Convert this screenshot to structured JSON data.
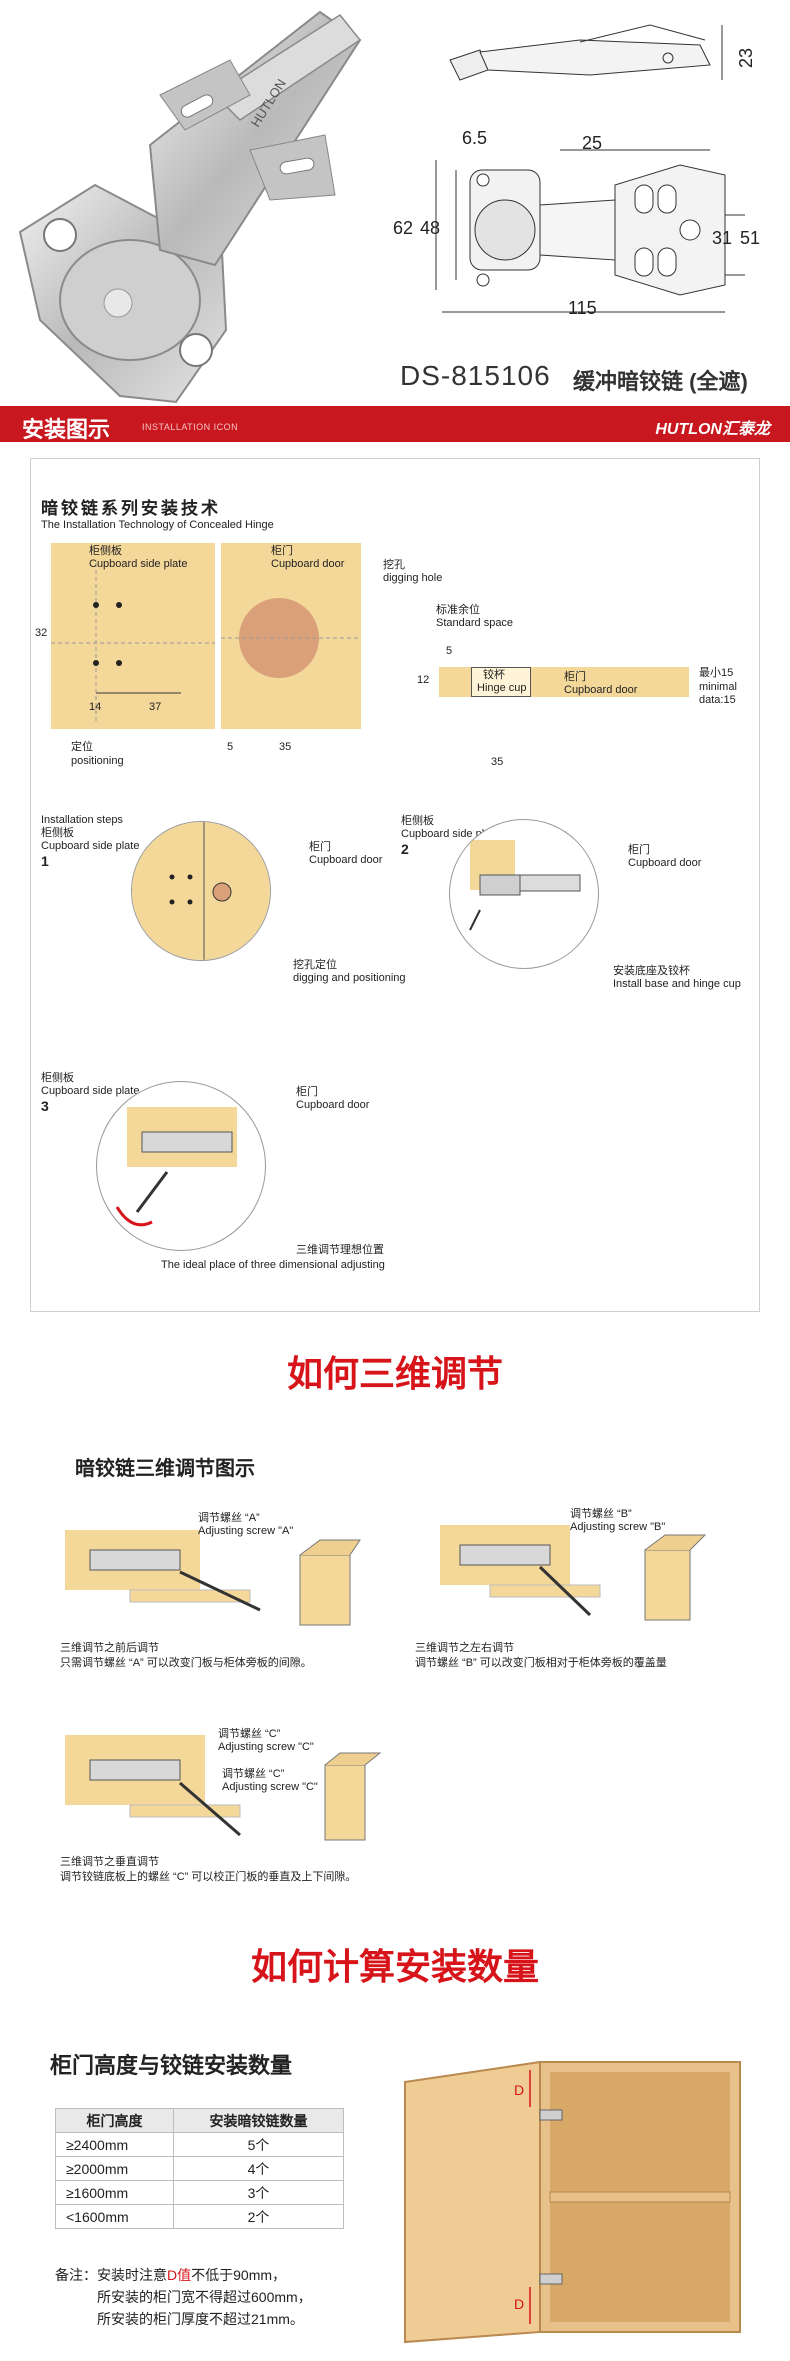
{
  "product": {
    "model_label": "DS-815106",
    "name": "缓冲暗铰链 (全遮)",
    "hinge_brand_text": "HUTLON",
    "dims": {
      "d23": "23",
      "d6_5": "6.5",
      "d25": "25",
      "d62": "62",
      "d48": "48",
      "d31": "31",
      "d51": "51",
      "d115": "115"
    }
  },
  "install_band": {
    "title": "安装图示",
    "subtitle": "INSTALLATION ICON",
    "brand": "HUTLON汇泰龙"
  },
  "install_panel": {
    "title_cn": "暗铰链系列安装技术",
    "title_en": "The Installation Technology of Concealed Hinge",
    "side_plate_cn": "柜侧板",
    "side_plate_en": "Cupboard side plate",
    "door_cn": "柜门",
    "door_en": "Cupboard door",
    "hole_cn": "挖孔",
    "hole_en": "digging hole",
    "standard_cn": "标准余位",
    "standard_en": "Standard space",
    "positioning_cn": "定位",
    "positioning_en": "positioning",
    "hinge_cup_cn": "铰杯",
    "hinge_cup_en": "Hinge cup",
    "minimal_cn": "最小15",
    "minimal_en": "minimal data:15",
    "dim_32": "32",
    "dim_14": "14",
    "dim_37": "37",
    "dim_5": "5",
    "dim_35": "35",
    "dim_12": "12",
    "steps_en": "Installation steps",
    "step1": "1",
    "step2": "2",
    "step3": "3",
    "dig_cn": "挖孔定位",
    "dig_en": "digging and positioning",
    "base_cn": "安装底座及铰杯",
    "base_en": "Install base and hinge cup",
    "ideal_cn": "三维调节理想位置",
    "ideal_en": "The ideal place of three dimensional adjusting"
  },
  "adjust": {
    "heading": "如何三维调节",
    "subheading": "暗铰链三维调节图示",
    "screw_a_cn": "调节螺丝 “A”",
    "screw_a_en": "Adjusting screw \"A\"",
    "screw_b_cn": "调节螺丝 “B”",
    "screw_b_en": "Adjusting screw \"B\"",
    "screw_c_cn": "调节螺丝 “C”",
    "screw_c_en": "Adjusting screw \"C\"",
    "a_title": "三维调节之前后调节",
    "a_desc": "只需调节螺丝 “A” 可以改变门板与柜体旁板的间隙。",
    "b_title": "三维调节之左右调节",
    "b_desc": "调节螺丝 “B” 可以改变门板相对于柜体旁板的覆盖量",
    "c_title": "三维调节之垂直调节",
    "c_desc": "调节铰链底板上的螺丝 “C” 可以校正门板的垂直及上下间隙。"
  },
  "calc": {
    "heading": "如何计算安装数量",
    "subheading": "柜门高度与铰链安装数量",
    "col_height": "柜门高度",
    "col_count": "安装暗铰链数量",
    "rows": [
      {
        "height": "≥2400mm",
        "count": "5个"
      },
      {
        "height": "≥2000mm",
        "count": "4个"
      },
      {
        "height": "≥1600mm",
        "count": "3个"
      },
      {
        "height": "<1600mm",
        "count": "2个"
      }
    ],
    "note_line1_a": "备注：安装时注意",
    "note_line1_d": "D值",
    "note_line1_b": "不低于90mm，",
    "note_line2": "所安装的柜门宽不得超过600mm，",
    "note_line3": "所安装的柜门厚度不超过21mm。",
    "d_label": "D"
  },
  "colors": {
    "accent_red": "#d7141a",
    "band_red": "#c8171e",
    "wood": "#f4d89a",
    "cabinet_wood": "#e7c189"
  }
}
